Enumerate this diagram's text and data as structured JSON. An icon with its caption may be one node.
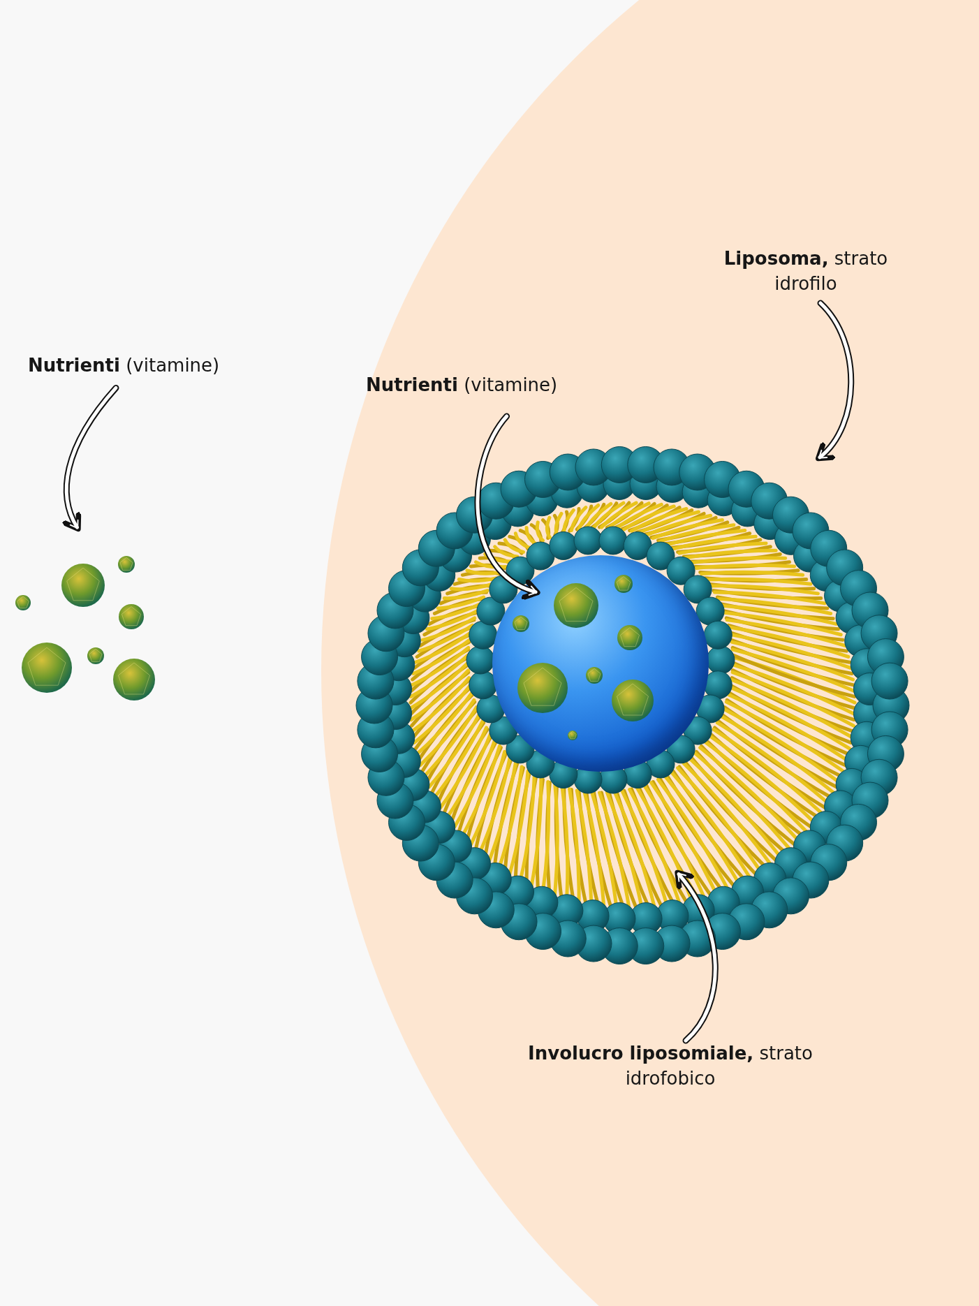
{
  "diagram": {
    "nodes": [
      {
        "text": [
          "**Nutrienti** (vitamine)"
        ]
      },
      {
        "text": [],
        "shape": "picture"
      },
      {
        "text": [
          "**Nutrienti** (vitamine)"
        ]
      },
      {
        "text": [],
        "shape": "picture",
        "in": 7
      },
      {
        "text": [
          "**Liposoma,** strato idrofilo"
        ]
      },
      {
        "text": [],
        "shape": "picture"
      },
      {
        "text": [
          "**Involucro liposomiale,** strato idrofobico"
        ]
      },
      {
        "text": [],
        "shape": "picture",
        "in": 5
      }
    ],
    "edges": [
      {
        "from": 0,
        "to": 1,
        "arrow": "to"
      },
      {
        "from": 2,
        "to": 3,
        "arrow": "to"
      },
      {
        "from": 4,
        "to": 5,
        "arrow": "to"
      },
      {
        "from": 6,
        "to": 7,
        "arrow": "to"
      }
    ]
  }
}
